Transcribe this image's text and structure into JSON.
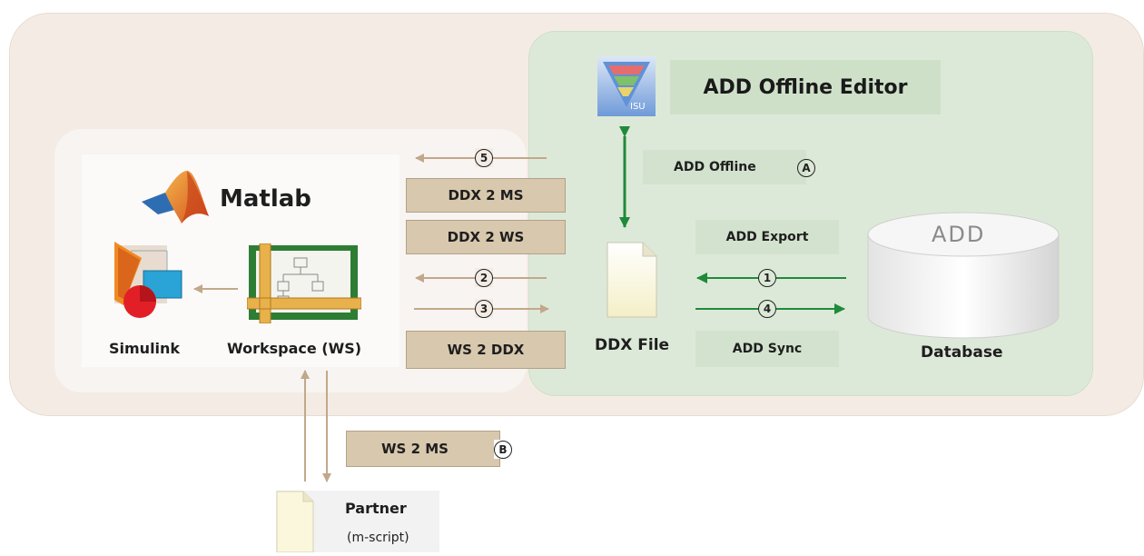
{
  "editor": {
    "title": "ADD Offline Editor",
    "logo_text": "ISU",
    "add_offline_label": "ADD Offline",
    "add_offline_badge": "A"
  },
  "matlab": {
    "title": "Matlab",
    "simulink_label": "Simulink",
    "workspace_label": "Workspace (WS)"
  },
  "actions": {
    "ddx_2_ms": "DDX 2 MS",
    "ddx_2_ws": "DDX 2 WS",
    "ws_2_ddx": "WS 2 DDX",
    "ws_2_ms": "WS 2 MS",
    "ws_2_ms_badge": "B",
    "add_export": "ADD Export",
    "add_sync": "ADD Sync"
  },
  "steps": {
    "s1": "1",
    "s2": "2",
    "s3": "3",
    "s4": "4",
    "s5": "5"
  },
  "ddx_file_label": "DDX File",
  "database": {
    "cylinder_text": "ADD",
    "label": "Database"
  },
  "partner": {
    "label": "Partner",
    "sub": "(m-script)"
  },
  "colors": {
    "tan_arrow": "#c2a88a",
    "green_arrow": "#1f8a3a",
    "outer_bg": "#f4ece4",
    "green_bg": "#dde9d8",
    "tan_box": "#d8c8ad"
  }
}
